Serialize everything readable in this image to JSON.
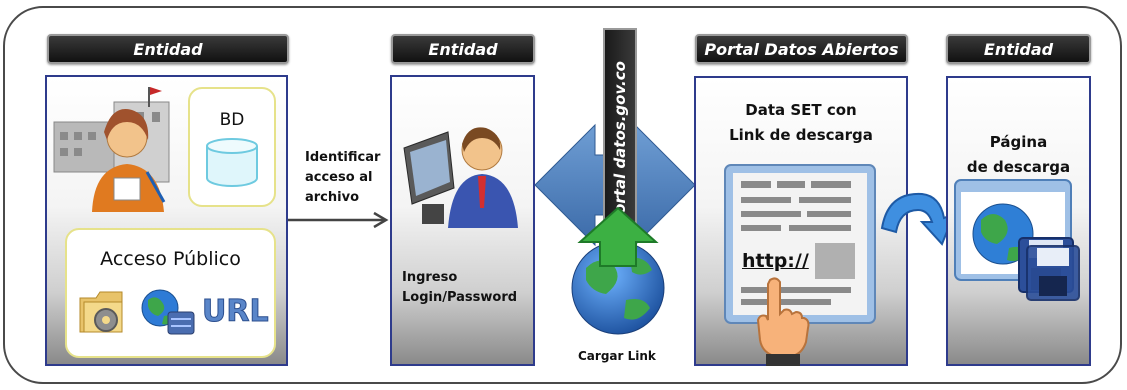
{
  "headers": {
    "h1": "Entidad",
    "h2": "Entidad",
    "h3": "Portal Datos Abiertos",
    "h4": "Entidad"
  },
  "panel1": {
    "bd_label": "BD",
    "public_label": "Acceso Público",
    "url_label": "URL"
  },
  "flow": {
    "identify_line1": "Identificar",
    "identify_line2": "acceso al",
    "identify_line3": "archivo"
  },
  "panel2": {
    "login_line1": "Ingreso",
    "login_line2": "Login/Password"
  },
  "portal": {
    "vertical_label": "Portal datos.gov.co",
    "cargar_label": "Cargar Link"
  },
  "panel3": {
    "title_line1": "Data SET con",
    "title_line2": "Link de descarga",
    "http_label": "http://"
  },
  "panel4": {
    "title_line1": "Página",
    "title_line2": "de descarga"
  },
  "colors": {
    "panel_border": "#2e3b8c",
    "header_bg": "#1a1a1a",
    "arrow_blue": "#4f81bd",
    "arrow_green": "#3cb043"
  }
}
